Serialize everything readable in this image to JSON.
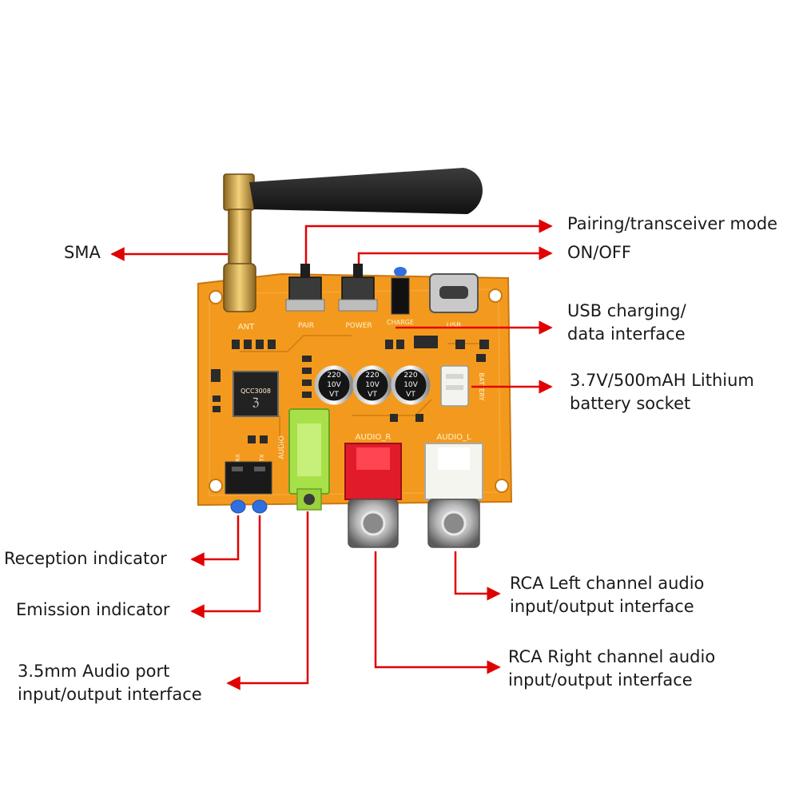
{
  "callouts": {
    "sma": {
      "lines": [
        "SMA"
      ]
    },
    "pairing": {
      "lines": [
        "Pairing/transceiver mode"
      ]
    },
    "onoff": {
      "lines": [
        "ON/OFF"
      ]
    },
    "usb": {
      "lines": [
        "USB charging/",
        "data interface"
      ]
    },
    "battery": {
      "lines": [
        "3.7V/500mAH Lithium",
        "battery socket"
      ]
    },
    "reception": {
      "lines": [
        "Reception indicator"
      ]
    },
    "emission": {
      "lines": [
        "Emission indicator"
      ]
    },
    "aux": {
      "lines": [
        "3.5mm Audio port",
        "input/output interface"
      ]
    },
    "rca_left": {
      "lines": [
        "RCA Left channel audio",
        "input/output interface"
      ]
    },
    "rca_right": {
      "lines": [
        "RCA Right channel audio",
        "input/output interface"
      ]
    }
  },
  "board_silkscreen": {
    "ant": "ANT",
    "pair": "PAIR",
    "power": "POWER",
    "charge": "CHARGE",
    "usb": "USB",
    "battery": "BATTERY",
    "audio_r": "AUDIO_R",
    "audio_l": "AUDIO_L",
    "audio": "AUDIO",
    "rx": "RX",
    "tx": "TX",
    "cap_value": "220",
    "cap_voltage": "10V",
    "cap_series": "VT",
    "chip_label": "QCC3008"
  },
  "colors": {
    "arrow": "#e00000",
    "pcb": "#f39a1e",
    "label_text": "#1a1a1a"
  },
  "icons": {
    "arrow_head": "arrow-head-icon"
  }
}
